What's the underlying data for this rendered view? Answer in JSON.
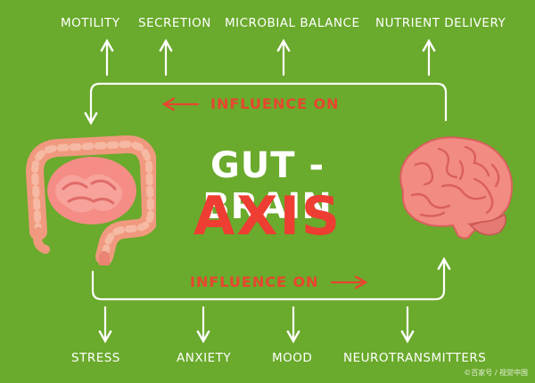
{
  "top_labels": [
    "MOTILITY",
    "SECRETION",
    "MICROBIAL BALANCE",
    "NUTRIENT DELIVERY"
  ],
  "bottom_labels": [
    "STRESS",
    "ANXIETY",
    "MOOD",
    "NEUROTRANSMITTERS"
  ],
  "title_line1": "GUT - BRAIN",
  "title_line2": "AXIS",
  "influence_top": "INFLUENCE ON",
  "influence_bottom": "INFLUENCE ON",
  "watermark": "©百家号 / 视觉中国",
  "colors": {
    "background": "#6aaa2c",
    "arrow": "#ffffff",
    "accent_red": "#e8452f",
    "gut": "#f3a08a",
    "brain": "#f28b82"
  },
  "icons": [
    "gut-illustration",
    "brain-illustration"
  ]
}
